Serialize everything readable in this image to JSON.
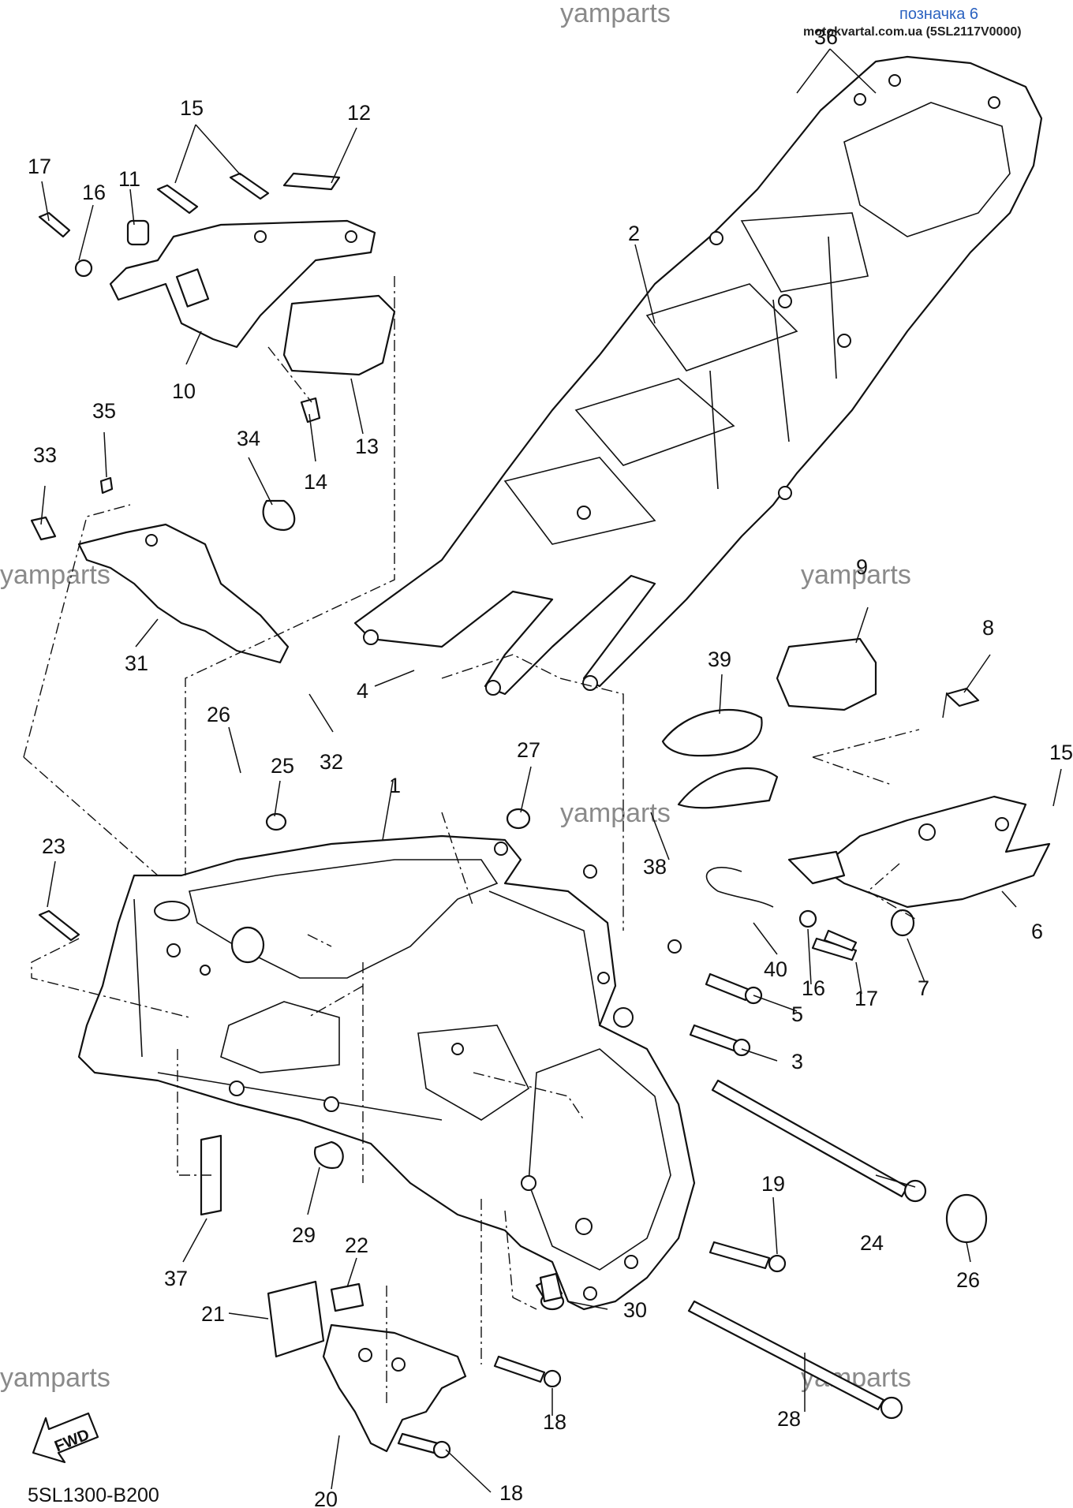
{
  "header": {
    "label": "позначка 6",
    "source": "motokvartal.com.ua (5SL2117V0000)"
  },
  "watermark": "yamparts",
  "diagram_ref": "5SL1300-B200",
  "fwd_label": "FWD",
  "callouts": [
    "1",
    "2",
    "3",
    "4",
    "5",
    "6",
    "7",
    "8",
    "9",
    "10",
    "11",
    "12",
    "13",
    "14",
    "15",
    "15",
    "16",
    "16",
    "17",
    "17",
    "18",
    "18",
    "19",
    "20",
    "21",
    "22",
    "23",
    "24",
    "25",
    "26",
    "26",
    "27",
    "28",
    "29",
    "30",
    "31",
    "32",
    "33",
    "34",
    "35",
    "36",
    "37",
    "38",
    "39",
    "40"
  ]
}
